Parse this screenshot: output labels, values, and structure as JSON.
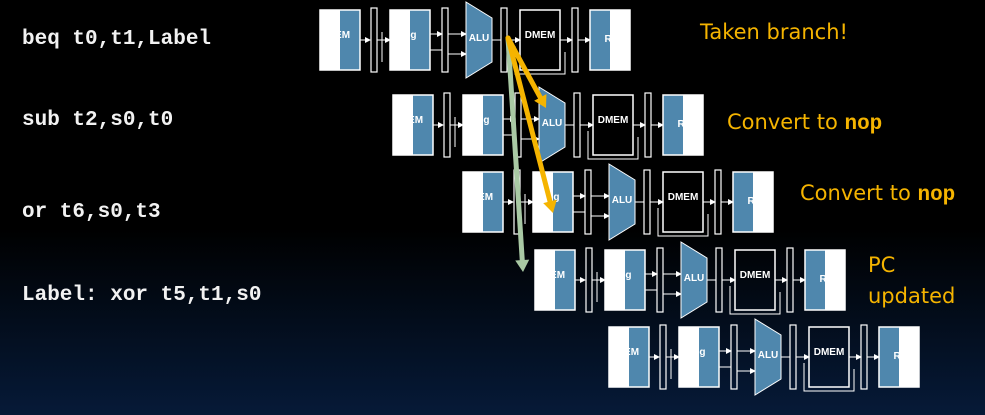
{
  "instructions": [
    {
      "text": "beq t0,t1,Label"
    },
    {
      "text": "sub t2,s0,t0"
    },
    {
      "text": "or t6,s0,t3"
    },
    {
      "text": "Label: xor t5,t1,s0"
    }
  ],
  "annotations": {
    "taken_branch": "Taken branch!",
    "convert_prefix_1": "Convert to ",
    "convert_code_1": "nop",
    "convert_prefix_2": "Convert to ",
    "convert_code_2": "nop",
    "pc_line1": "PC",
    "pc_line2": "updated"
  },
  "stage_labels": {
    "imem": "IMEM",
    "reg": "Reg",
    "alu": "ALU",
    "dmem": "DMEM"
  },
  "colors": {
    "stage_blue": "#4f87ad",
    "arrow_orange": "#f5b400",
    "arrow_green": "#a9c9a4",
    "note_text": "#f5b400",
    "instr_text": "#f2f2f2"
  }
}
